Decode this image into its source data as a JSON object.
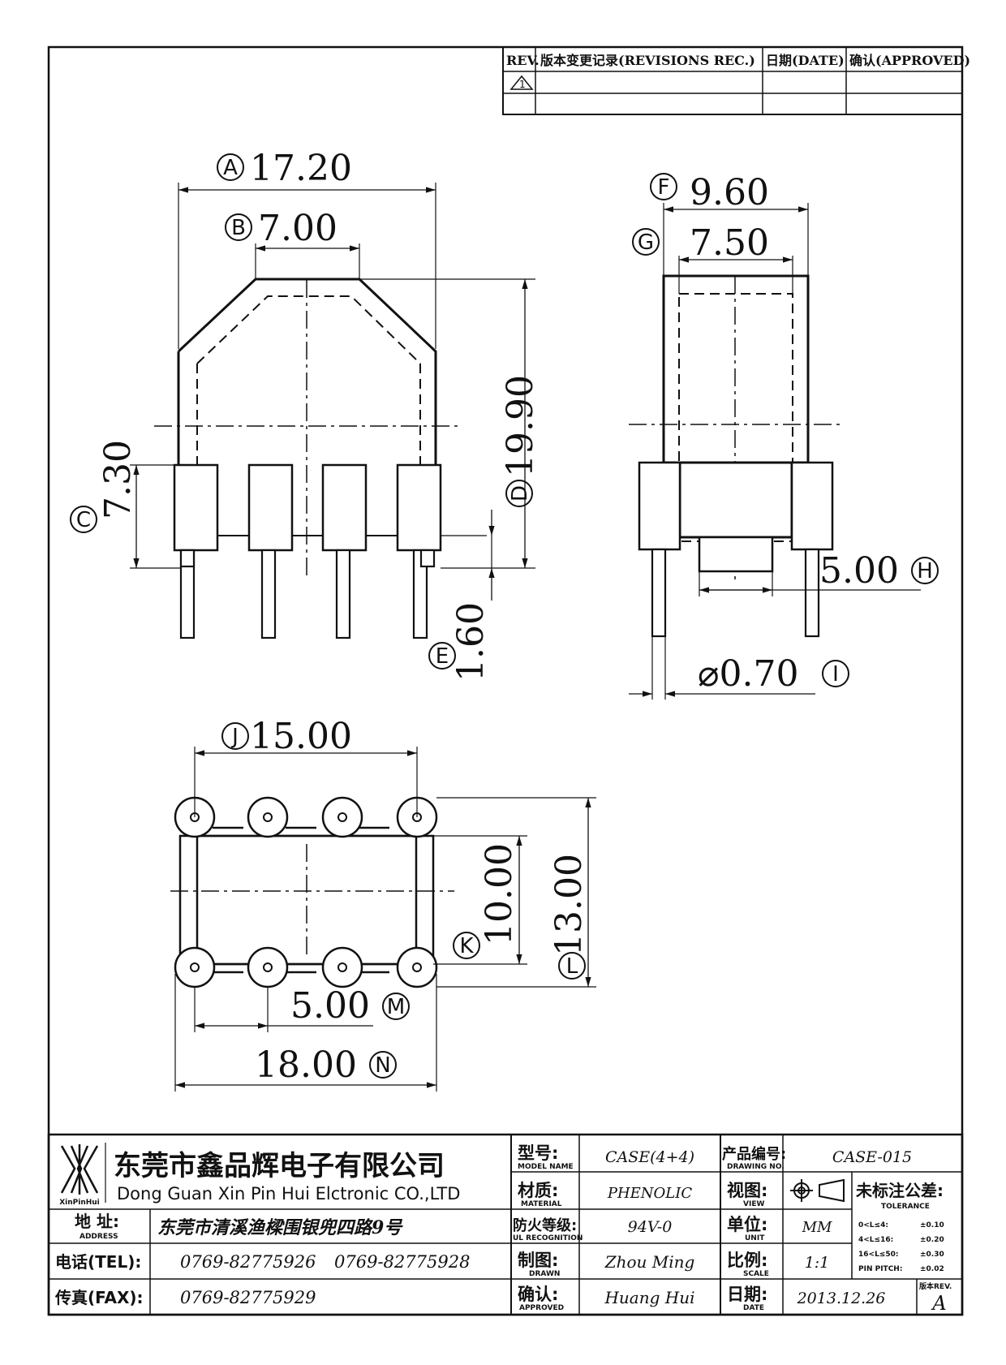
{
  "revision_block": {
    "col_rev": "REV.",
    "col_record": "版本变更记录(REVISIONS REC.)",
    "col_date": "日期(DATE)",
    "col_approved": "确认(APPROVED)",
    "rev_mark": "1"
  },
  "front_view": {
    "dims": [
      {
        "letter": "A",
        "value": "17.20"
      },
      {
        "letter": "B",
        "value": "7.00"
      },
      {
        "letter": "C",
        "value": "7.30"
      },
      {
        "letter": "D",
        "value": "19.90"
      },
      {
        "letter": "E",
        "value": "1.60"
      }
    ]
  },
  "side_view": {
    "dims": [
      {
        "letter": "F",
        "value": "9.60"
      },
      {
        "letter": "G",
        "value": "7.50"
      },
      {
        "letter": "H",
        "value": "5.00"
      },
      {
        "letter": "I",
        "value": "⌀0.70"
      }
    ]
  },
  "bottom_view": {
    "dims": [
      {
        "letter": "J",
        "value": "15.00"
      },
      {
        "letter": "K",
        "value": "10.00"
      },
      {
        "letter": "L",
        "value": "13.00"
      },
      {
        "letter": "M",
        "value": "5.00"
      },
      {
        "letter": "N",
        "value": "18.00"
      }
    ]
  },
  "title_block": {
    "logo_text": "XinPinHui",
    "company_cn": "东莞市鑫品辉电子有限公司",
    "company_en": "Dong Guan Xin Pin Hui Elctronic CO.,LTD",
    "address_label": "地  址:",
    "address_label_en": "ADDRESS",
    "address": "东莞市清溪渔樑围银兜四路9号",
    "tel_label": "电话(TEL):",
    "tel1": "0769-82775926",
    "tel2": "0769-82775928",
    "fax_label": "传真(FAX):",
    "fax": "0769-82775929",
    "model_label": "型号:",
    "model_label_en": "MODEL NAME",
    "model": "CASE(4+4)",
    "material_label": "材质:",
    "material_label_en": "MATERIAL",
    "material": "PHENOLIC",
    "fire_label": "防火等级:",
    "fire_label_en": "UL RECOGNITION",
    "fire": "94V-0",
    "drawn_label": "制图:",
    "drawn_label_en": "DRAWN",
    "drawn": "Zhou Ming",
    "approved_label": "确认:",
    "approved_label_en": "APPROVED",
    "approved": "Huang Hui",
    "drawing_no_label": "产品编号:",
    "drawing_no_label_en": "DRAWING NO.",
    "drawing_no": "CASE-015",
    "view_label": "视图:",
    "view_label_en": "VIEW",
    "unit_label": "单位:",
    "unit_label_en": "UNIT",
    "unit": "MM",
    "scale_label": "比例:",
    "scale_label_en": "SCALE",
    "scale": "1:1",
    "date_label": "日期:",
    "date_label_en": "DATE",
    "date": "2013.12.26",
    "tolerance_label": "未标注公差:",
    "tolerance_label_en": "TOLERANCE",
    "tolerance_rows": [
      {
        "range": "0<L≤4:",
        "value": "±0.10"
      },
      {
        "range": "4<L≤16:",
        "value": "±0.20"
      },
      {
        "range": "16<L≤50:",
        "value": "±0.30"
      },
      {
        "range": "PIN PITCH:",
        "value": "±0.02"
      }
    ],
    "rev_label": "版本REV.",
    "rev": "A"
  }
}
